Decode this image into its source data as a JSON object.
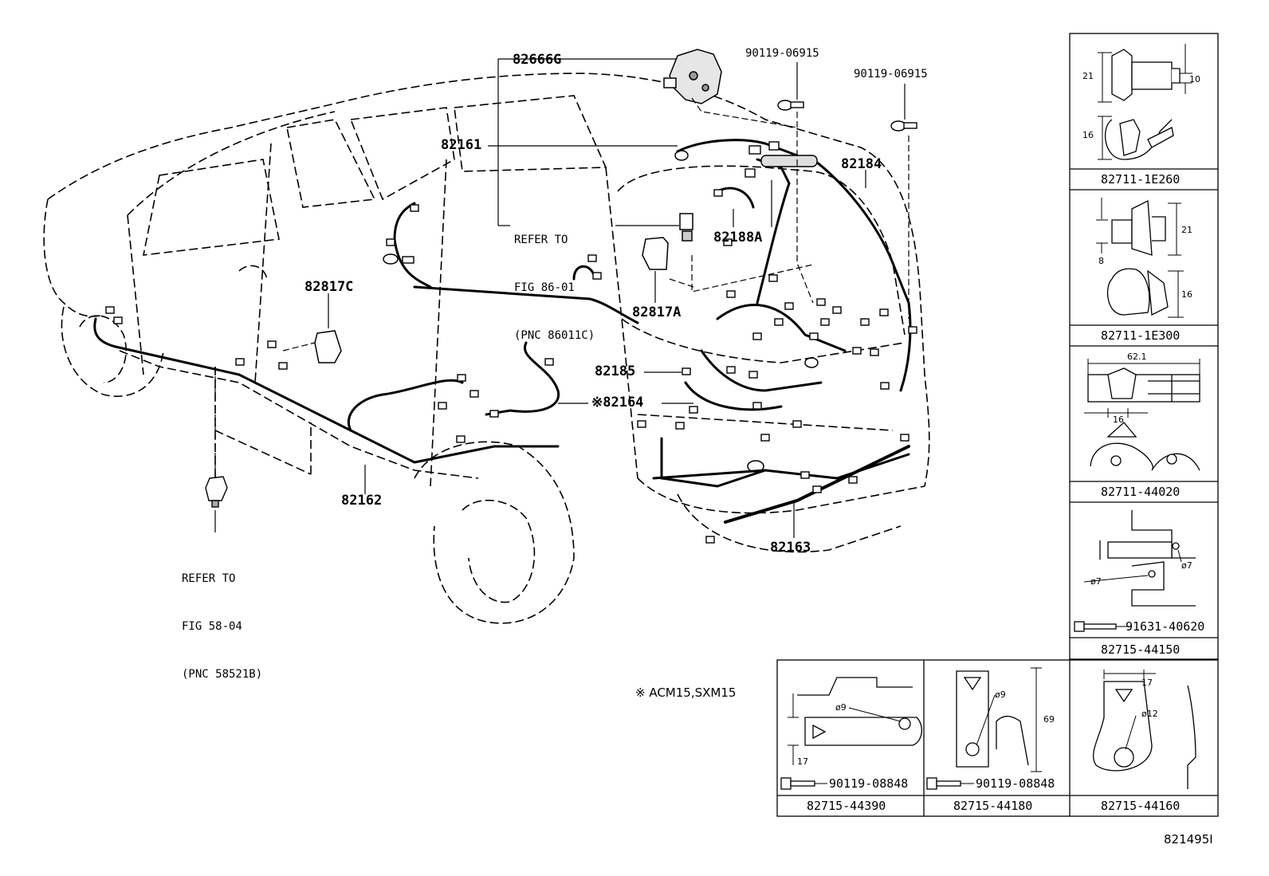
{
  "main_parts": {
    "p82666G": "82666G",
    "p90119_a": "90119-06915",
    "p90119_b": "90119-06915",
    "p82161": "82161",
    "p82184": "82184",
    "p82188A": "82188A",
    "p82817C": "82817C",
    "p82817A": "82817A",
    "p82185": "82185",
    "p82164": "※82164",
    "p82162": "82162",
    "p82163": "82163"
  },
  "references": {
    "ref_86": [
      "REFER TO",
      "FIG 86-01",
      "(PNC 86011C)"
    ],
    "ref_58": [
      "REFER TO",
      "FIG 58-04",
      "(PNC 58521B)"
    ]
  },
  "note": "※ ACM15,SXM15",
  "diagram_id": "821495I",
  "clip_panels": {
    "c1": {
      "caption": "82711-1E260",
      "dims": [
        "21",
        "10",
        "16"
      ]
    },
    "c2": {
      "caption": "82711-1E300",
      "dims": [
        "21",
        "8",
        "16"
      ]
    },
    "c3": {
      "caption": "82711-44020",
      "dims": [
        "62.1",
        "16"
      ]
    },
    "c4": {
      "caption": "82715-44150",
      "dims": [
        "ø7",
        "ø7"
      ],
      "bolt": "91631-40620"
    },
    "c5": {
      "caption": "82715-44390",
      "dims": [
        "ø9",
        "17"
      ],
      "bolt": "90119-08848"
    },
    "c6": {
      "caption": "82715-44180",
      "dims": [
        "ø9",
        "69"
      ],
      "bolt": "90119-08848"
    },
    "c7": {
      "caption": "82715-44160",
      "dims": [
        "17",
        "ø12"
      ]
    }
  }
}
